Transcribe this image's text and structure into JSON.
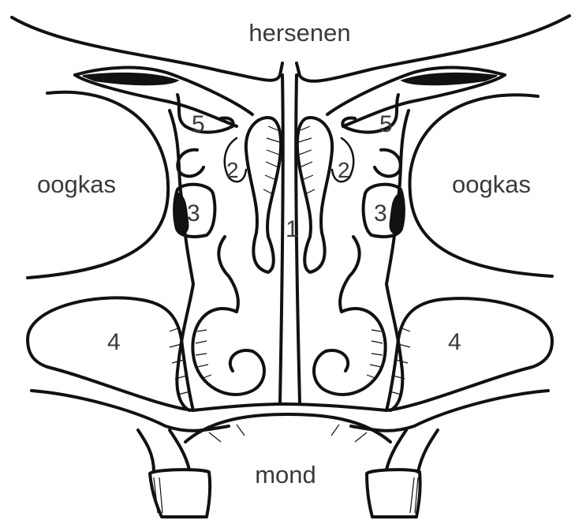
{
  "labels": {
    "brain": "hersenen",
    "orbit_left": "oogkas",
    "orbit_right": "oogkas",
    "mouth": "mond"
  },
  "numbers": {
    "septum": "1",
    "ethmoid_left": "2",
    "ethmoid_right": "2",
    "sinus_small_left": "3",
    "sinus_small_right": "3",
    "maxillary_left": "4",
    "maxillary_right": "4",
    "frontal_left": "5",
    "frontal_right": "5"
  }
}
